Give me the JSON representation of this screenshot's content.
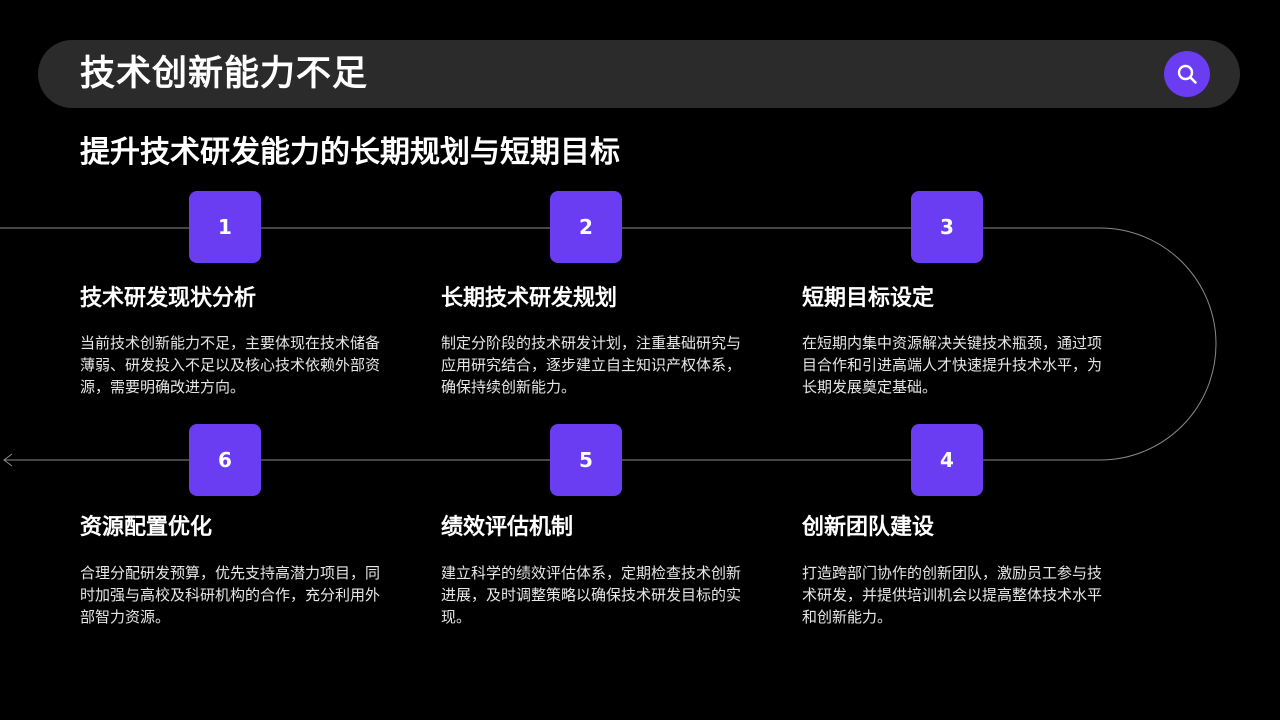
{
  "header": {
    "title": "技术创新能力不足",
    "search_icon": "search-icon"
  },
  "subtitle": "提升技术研发能力的长期规划与短期目标",
  "colors": {
    "accent": "#6a3cf2",
    "background": "#000000",
    "title_bar": "#2b2b2b",
    "line": "#8a8a8a"
  },
  "steps": [
    {
      "number": "1",
      "title": "技术研发现状分析",
      "desc": "当前技术创新能力不足，主要体现在技术储备薄弱、研发投入不足以及核心技术依赖外部资源，需要明确改进方向。"
    },
    {
      "number": "2",
      "title": "长期技术研发规划",
      "desc": "制定分阶段的技术研发计划，注重基础研究与应用研究结合，逐步建立自主知识产权体系，确保持续创新能力。"
    },
    {
      "number": "3",
      "title": "短期目标设定",
      "desc": "在短期内集中资源解决关键技术瓶颈，通过项目合作和引进高端人才快速提升技术水平，为长期发展奠定基础。"
    },
    {
      "number": "4",
      "title": "创新团队建设",
      "desc": "打造跨部门协作的创新团队，激励员工参与技术研发，并提供培训机会以提高整体技术水平和创新能力。"
    },
    {
      "number": "5",
      "title": "绩效评估机制",
      "desc": "建立科学的绩效评估体系，定期检查技术创新进展，及时调整策略以确保技术研发目标的实现。"
    },
    {
      "number": "6",
      "title": "资源配置优化",
      "desc": "合理分配研发预算，优先支持高潜力项目，同时加强与高校及科研机构的合作，充分利用外部智力资源。"
    }
  ]
}
